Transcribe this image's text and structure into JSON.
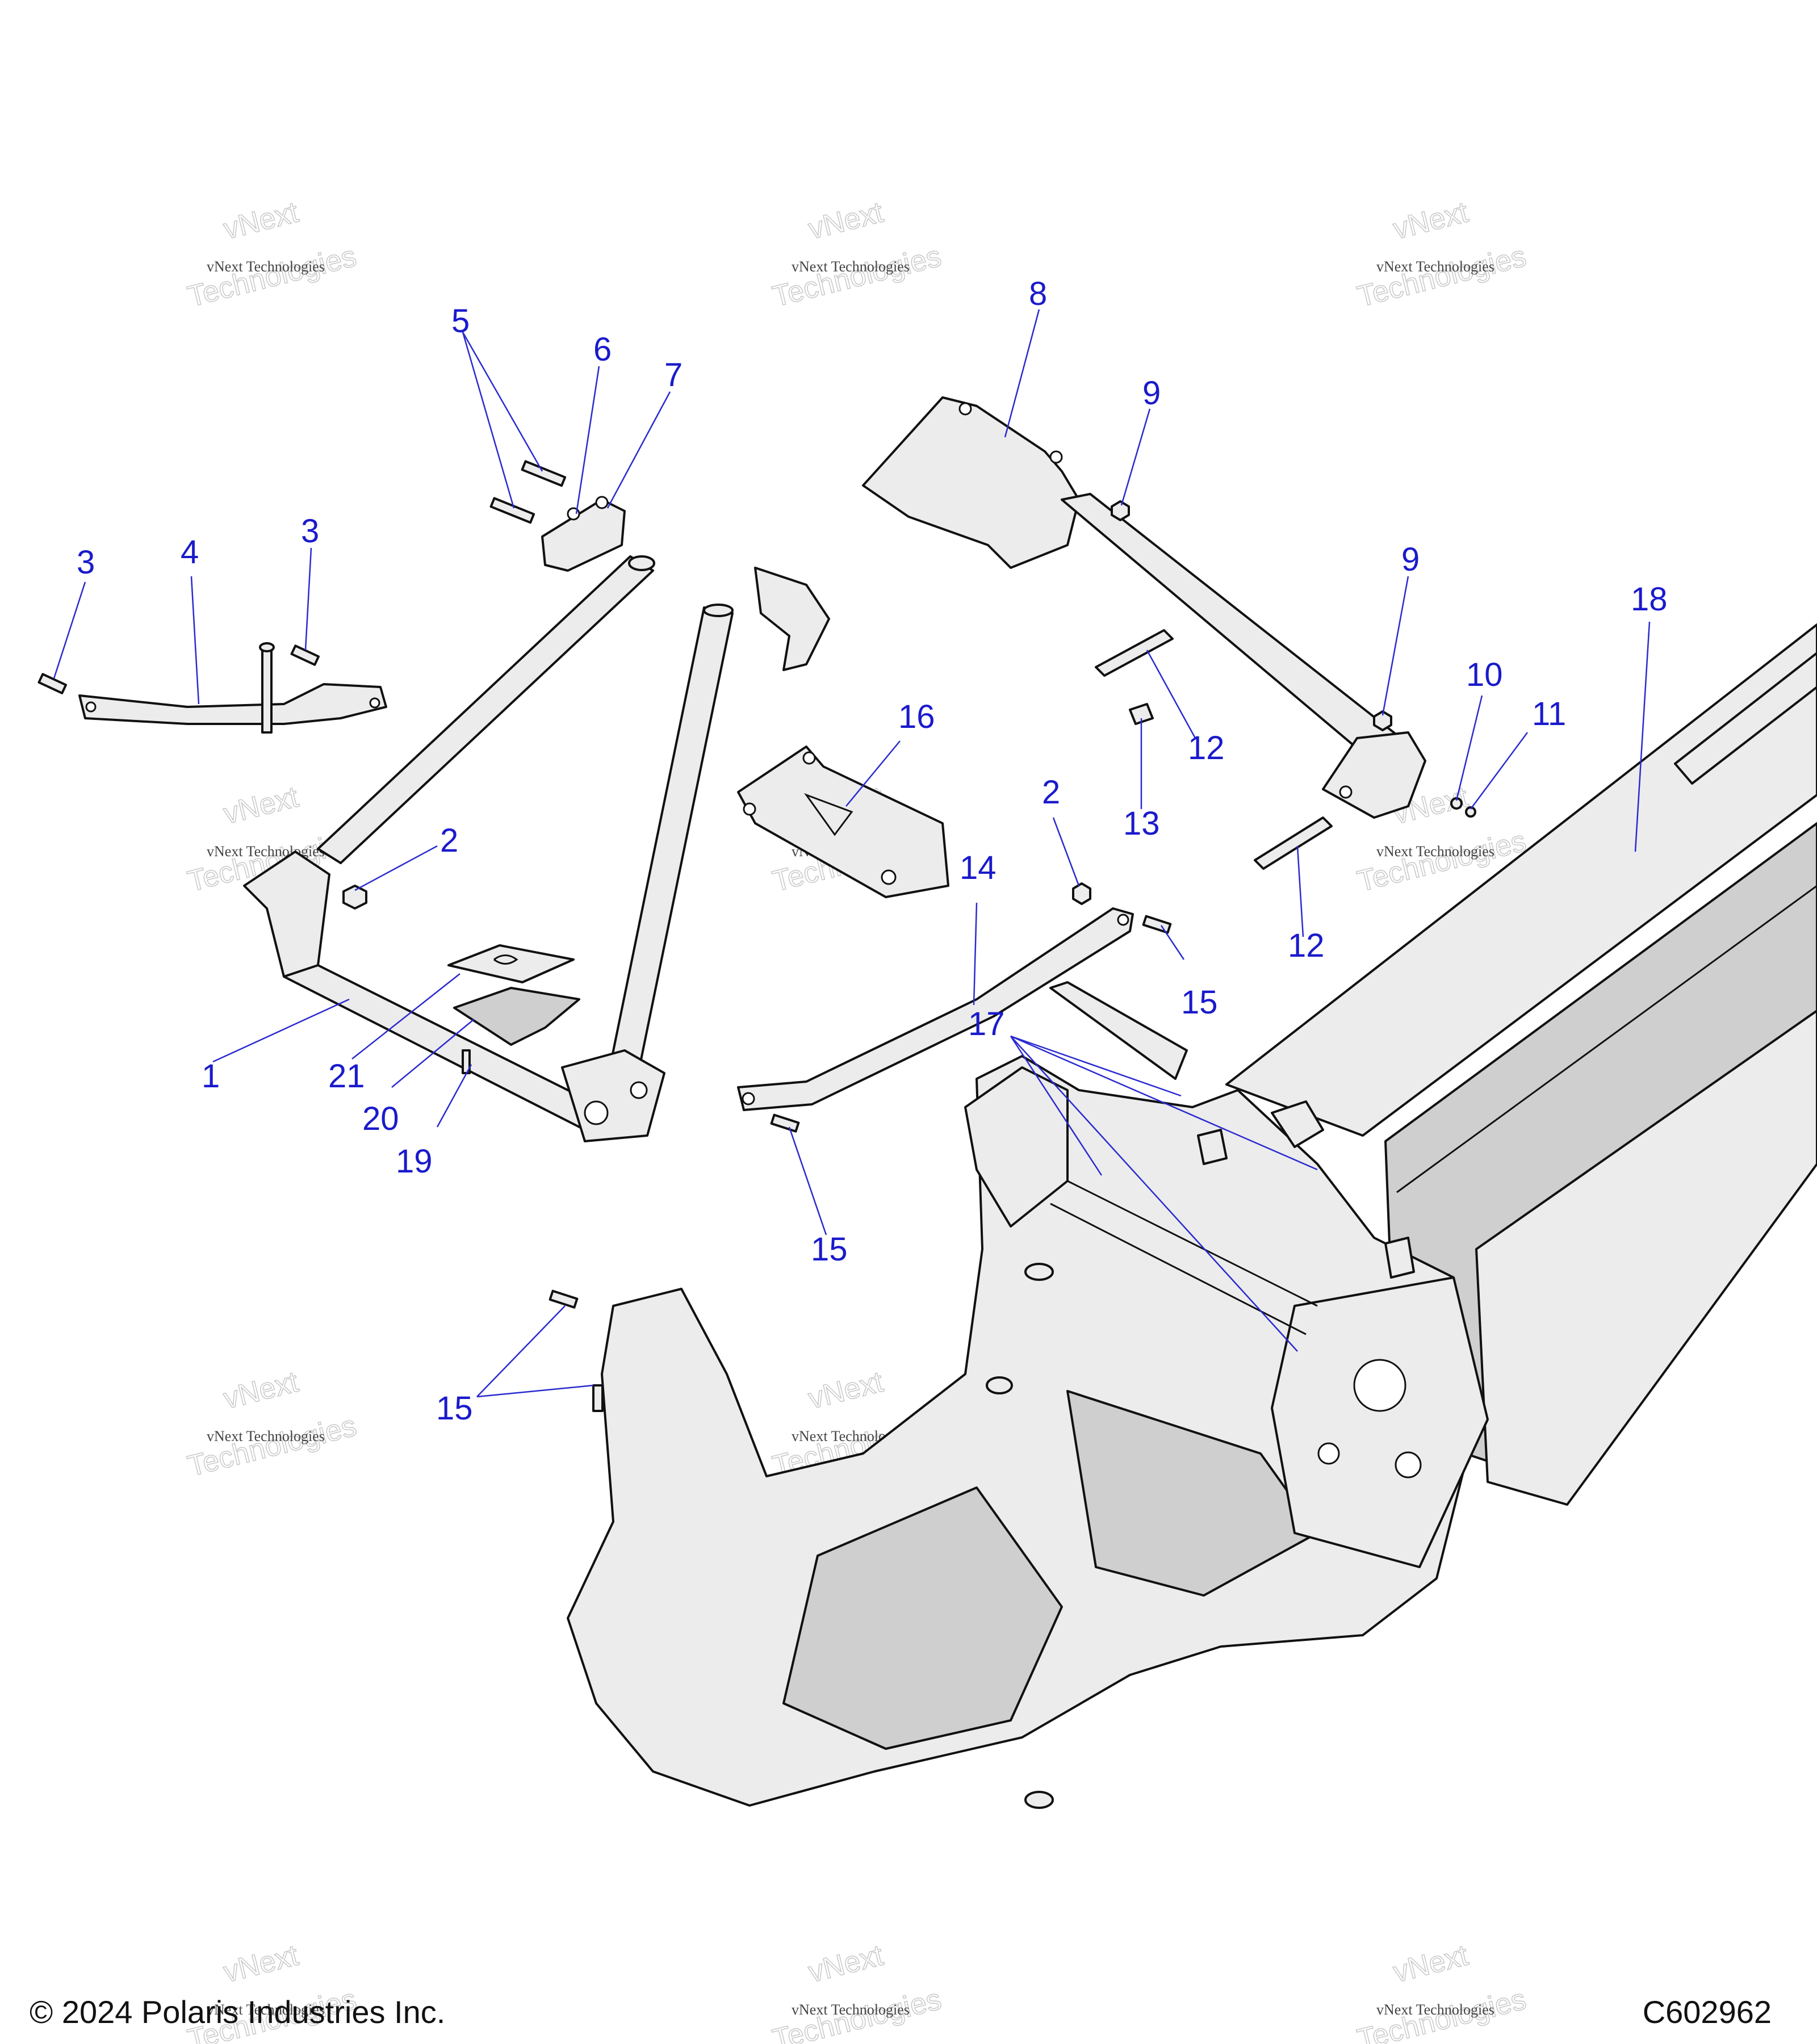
{
  "callouts": [
    {
      "id": "c1",
      "label": "1"
    },
    {
      "id": "c2a",
      "label": "2"
    },
    {
      "id": "c2b",
      "label": "2"
    },
    {
      "id": "c3a",
      "label": "3"
    },
    {
      "id": "c3b",
      "label": "3"
    },
    {
      "id": "c4",
      "label": "4"
    },
    {
      "id": "c5",
      "label": "5"
    },
    {
      "id": "c6",
      "label": "6"
    },
    {
      "id": "c7",
      "label": "7"
    },
    {
      "id": "c8",
      "label": "8"
    },
    {
      "id": "c9a",
      "label": "9"
    },
    {
      "id": "c9b",
      "label": "9"
    },
    {
      "id": "c10",
      "label": "10"
    },
    {
      "id": "c11",
      "label": "11"
    },
    {
      "id": "c12a",
      "label": "12"
    },
    {
      "id": "c12b",
      "label": "12"
    },
    {
      "id": "c13",
      "label": "13"
    },
    {
      "id": "c14",
      "label": "14"
    },
    {
      "id": "c15a",
      "label": "15"
    },
    {
      "id": "c15b",
      "label": "15"
    },
    {
      "id": "c15c",
      "label": "15"
    },
    {
      "id": "c16",
      "label": "16"
    },
    {
      "id": "c17",
      "label": "17"
    },
    {
      "id": "c18",
      "label": "18"
    },
    {
      "id": "c19",
      "label": "19"
    },
    {
      "id": "c20",
      "label": "20"
    },
    {
      "id": "c21",
      "label": "21"
    }
  ],
  "watermark": {
    "small_text": "vNext Technologies",
    "big_text": "Technologies",
    "big_prefix": "vNext"
  },
  "footer": {
    "copyright": "© 2024 Polaris Industries Inc.",
    "figure_id": "C602962"
  },
  "colors": {
    "callout": "#1a1acc",
    "outline": "#111111",
    "part_fill": "#ececec"
  }
}
